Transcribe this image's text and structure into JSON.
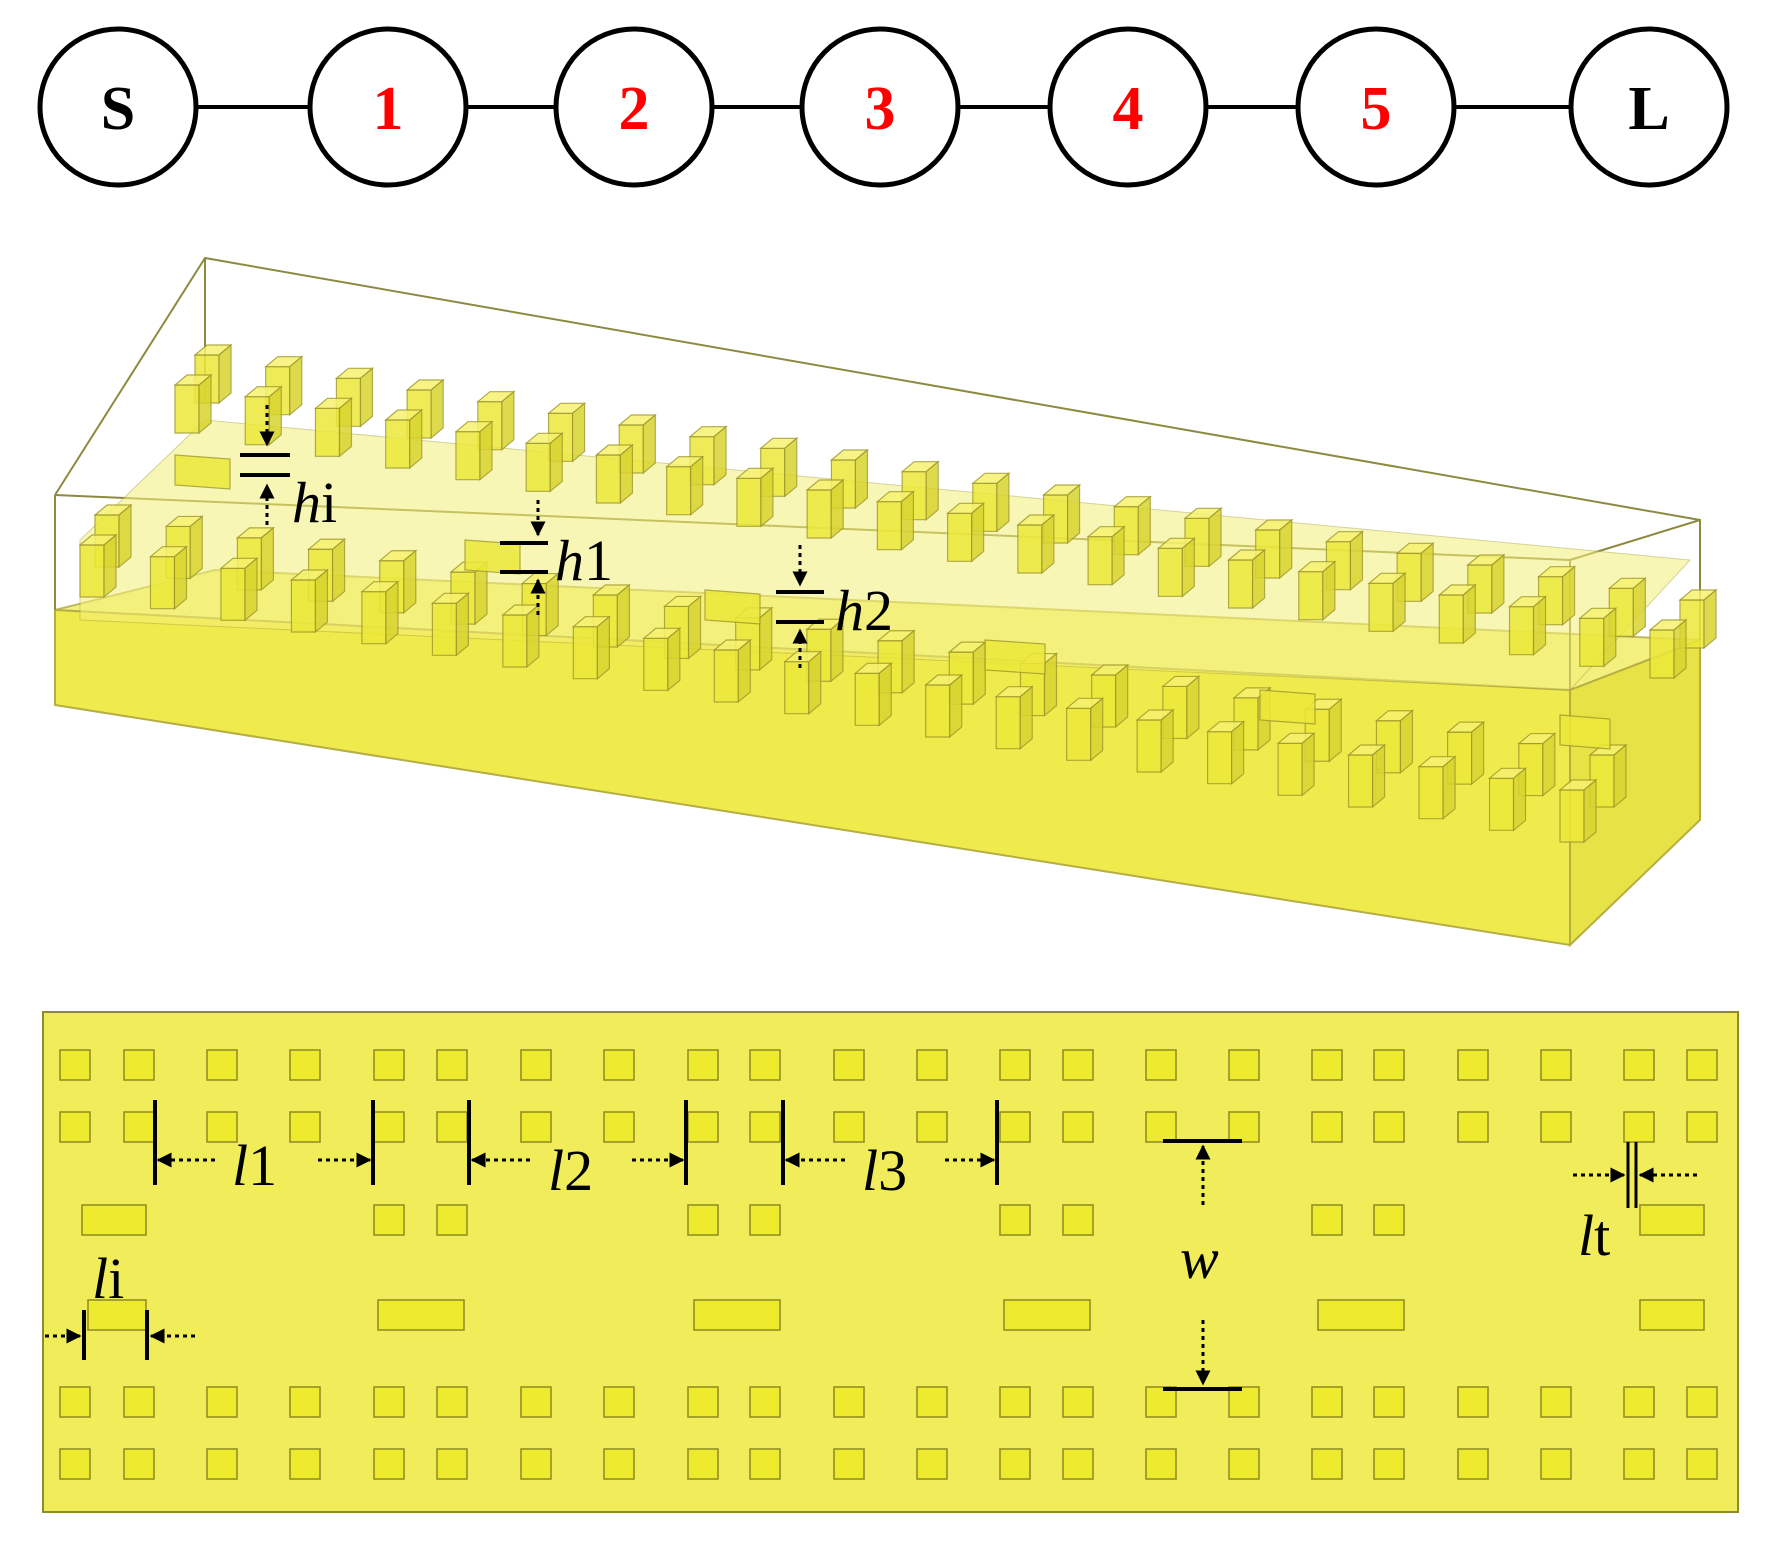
{
  "coupling_topology": {
    "nodes": [
      {
        "label": "S",
        "color": "#000000"
      },
      {
        "label": "1",
        "color": "#ff0000"
      },
      {
        "label": "2",
        "color": "#ff0000"
      },
      {
        "label": "3",
        "color": "#ff0000"
      },
      {
        "label": "4",
        "color": "#ff0000"
      },
      {
        "label": "5",
        "color": "#ff0000"
      },
      {
        "label": "L",
        "color": "#000000"
      }
    ]
  },
  "perspective_view": {
    "dimensions": {
      "hi": {
        "var": "h",
        "sub": "i"
      },
      "h1": {
        "var": "h",
        "sub": "1"
      },
      "h2": {
        "var": "h",
        "sub": "2"
      }
    }
  },
  "top_view": {
    "dimensions": {
      "l1": {
        "var": "l",
        "sub": "1"
      },
      "l2": {
        "var": "l",
        "sub": "2"
      },
      "l3": {
        "var": "l",
        "sub": "3"
      },
      "w": {
        "var": "w"
      },
      "li": {
        "var": "l",
        "sub": "i"
      },
      "lt": {
        "var": "l",
        "sub": "t"
      }
    }
  },
  "colors": {
    "metal_fill": "#f0ec5a",
    "metal_stroke": "#a8a23a",
    "pillar_fill": "#eeea2e",
    "pillar_stroke": "#8e8a20",
    "node_text_red": "#ff0000",
    "line": "#000000"
  }
}
